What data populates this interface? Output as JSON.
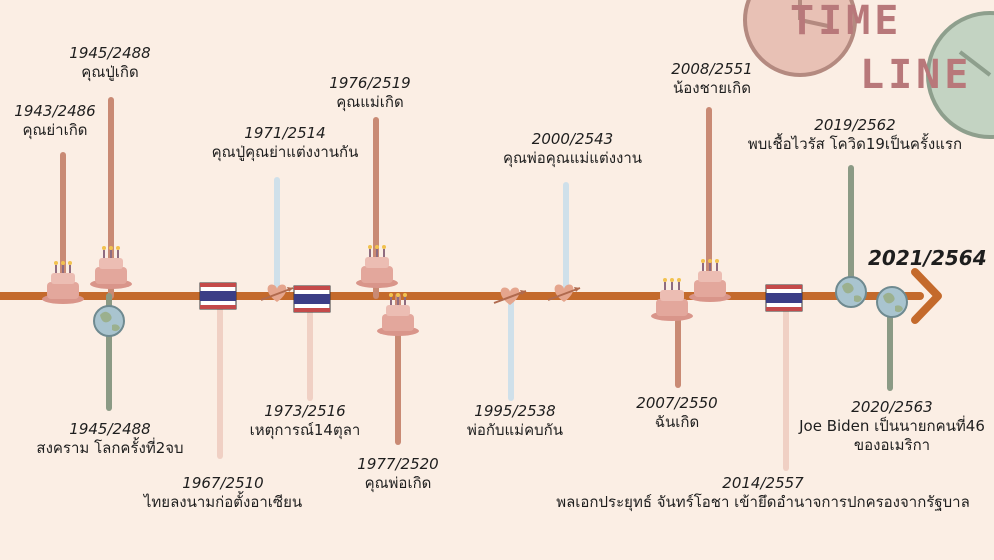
{
  "header": {
    "title_line1": "TIME",
    "title_line2": "LINE"
  },
  "timeline": {
    "end_year": "2021/2564",
    "events": [
      {
        "id": "e1943",
        "year": "1943/2486",
        "text": "คุณย่าเกิด",
        "icon": "birthday-cake-icon",
        "stem": "#c98a74"
      },
      {
        "id": "e1945a",
        "year": "1945/2488",
        "text": "คุณปู่เกิด",
        "icon": "birthday-cake-icon",
        "stem": "#c98a74"
      },
      {
        "id": "e1945b",
        "year": "1945/2488",
        "text": "สงคราม โลกครั้งที่2จบ",
        "icon": "globe-icon",
        "stem": "#8b9a85"
      },
      {
        "id": "e1967",
        "year": "1967/2510",
        "text": "ไทยลงนามก่อตั้งอาเซียน",
        "icon": "thai-flag-icon",
        "stem": "#f0d0c4"
      },
      {
        "id": "e1971",
        "year": "1971/2514",
        "text": "คุณปู่คุณย่าแต่งงานกัน",
        "icon": "heart-arrow-icon",
        "stem": "#cfe0ea"
      },
      {
        "id": "e1973",
        "year": "1973/2516",
        "text": "เหตุการณ์14ตุลา",
        "icon": "thai-flag-icon",
        "stem": "#f0d0c4"
      },
      {
        "id": "e1976",
        "year": "1976/2519",
        "text": "คุณแม่เกิด",
        "icon": "birthday-cake-icon",
        "stem": "#c98a74"
      },
      {
        "id": "e1977",
        "year": "1977/2520",
        "text": "คุณพ่อเกิด",
        "icon": "birthday-cake-icon",
        "stem": "#c98a74"
      },
      {
        "id": "e1995",
        "year": "1995/2538",
        "text": "พ่อกับแม่คบกัน",
        "icon": "heart-arrow-icon",
        "stem": "#cfe0ea"
      },
      {
        "id": "e2000",
        "year": "2000/2543",
        "text": "คุณพ่อคุณแม่แต่งงาน",
        "icon": "heart-arrow-icon",
        "stem": "#cfe0ea"
      },
      {
        "id": "e2007",
        "year": "2007/2550",
        "text": "ฉันเกิด",
        "icon": "birthday-cake-icon",
        "stem": "#c98a74"
      },
      {
        "id": "e2008",
        "year": "2008/2551",
        "text": "น้องชายเกิด",
        "icon": "birthday-cake-icon",
        "stem": "#c98a74"
      },
      {
        "id": "e2014",
        "year": "2014/2557",
        "text": "พลเอกประยุทธ์ จันทร์โอชา เข้ายึดอำนาจการปกครองจากรัฐบาล",
        "icon": "thai-flag-icon",
        "stem": "#f0d0c4"
      },
      {
        "id": "e2019",
        "year": "2019/2562",
        "text": "พบเชื้อไวรัส โควิด19เป็นครั้งแรก",
        "icon": "globe-icon",
        "stem": "#8b9a85"
      },
      {
        "id": "e2020",
        "year": "2020/2563",
        "text": "Joe Biden เป็นนายกคนที่46",
        "text2": "ของอเมริกา",
        "icon": "globe-icon",
        "stem": "#8b9a85"
      }
    ]
  },
  "colors": {
    "background": "#fbeee4",
    "axis": "#c46a2c",
    "cake": "#e3a79c",
    "clock_pink": "#e8c1b5",
    "clock_green": "#c3d3c2",
    "title": "#b8787a"
  }
}
